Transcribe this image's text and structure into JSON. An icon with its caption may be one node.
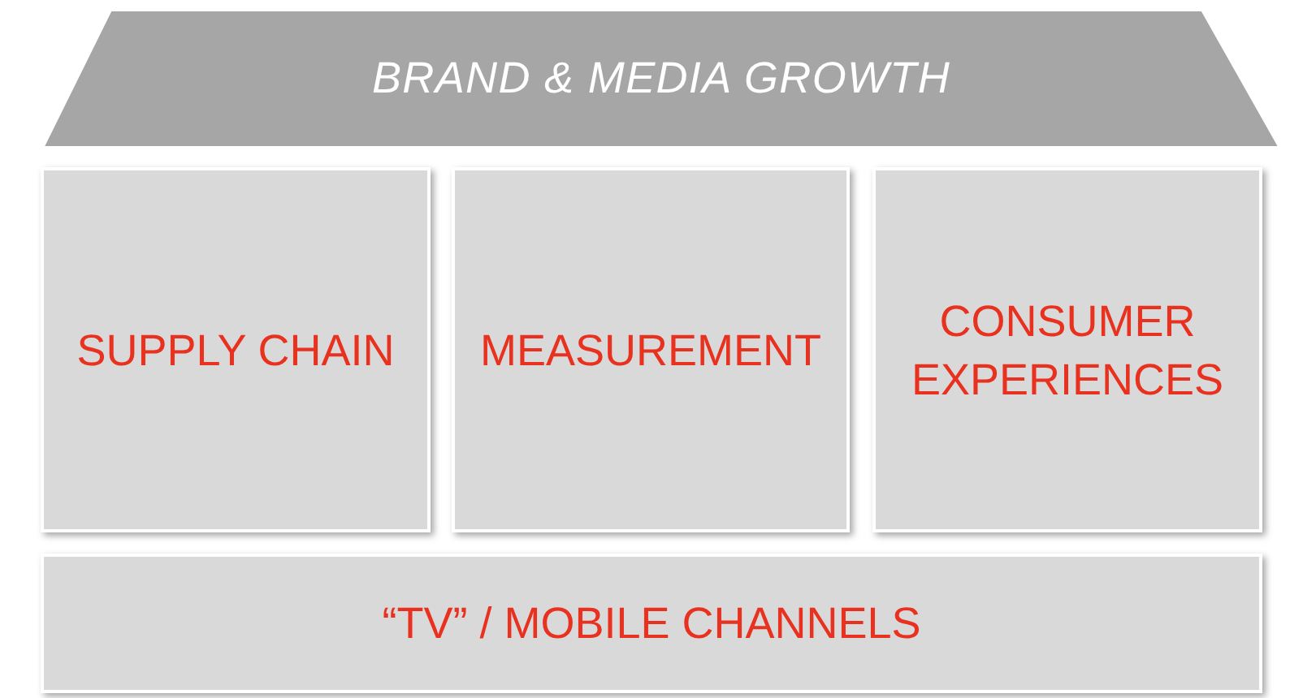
{
  "diagram": {
    "nodes": [
      {
        "text": [
          "BRAND & MEDIA GROWTH"
        ]
      },
      {
        "text": [
          "SUPPLY CHAIN"
        ]
      },
      {
        "text": [
          "MEASUREMENT"
        ]
      },
      {
        "text": [
          "CONSUMER EXPERIENCES"
        ]
      },
      {
        "text": [
          "“TV” / MOBILE CHANNELS"
        ]
      }
    ]
  }
}
